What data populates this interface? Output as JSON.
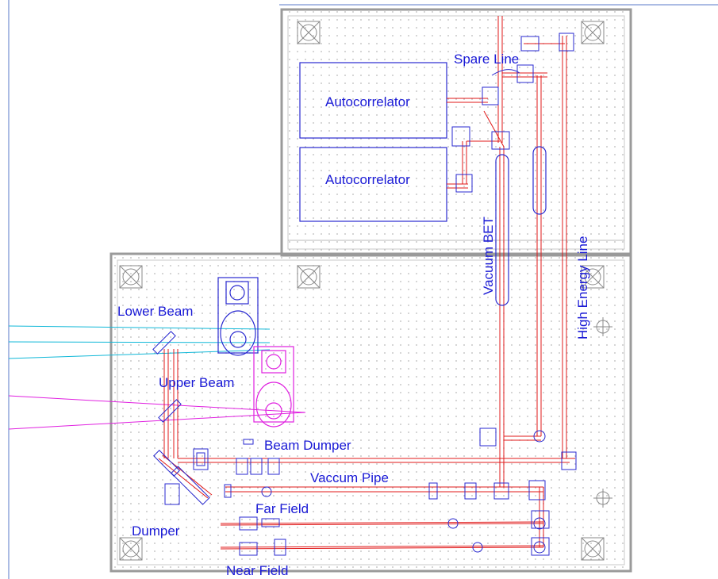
{
  "labels": {
    "autocorrelator_top": "Autocorrelator",
    "autocorrelator_bottom": "Autocorrelator",
    "spare_line": "Spare Line",
    "vacuum_bet": "Vacuum BET",
    "high_energy_line": "High Energy Line",
    "lower_beam": "Lower Beam",
    "upper_beam": "Upper Beam",
    "beam_dumper": "Beam Dumper",
    "vaccum_pipe": "Vaccum Pipe",
    "far_field": "Far Field",
    "dumper": "Dumper",
    "near_field": "Near Field"
  },
  "colors": {
    "label": "#1a1ad6",
    "outline": "#2a2ad0",
    "beam_main": "#e01818",
    "beam_upper": "#e020e0",
    "beam_lower": "#10b8d8",
    "grid_dot": "#b8b8b8",
    "table_edge": "#9a9a9a"
  }
}
